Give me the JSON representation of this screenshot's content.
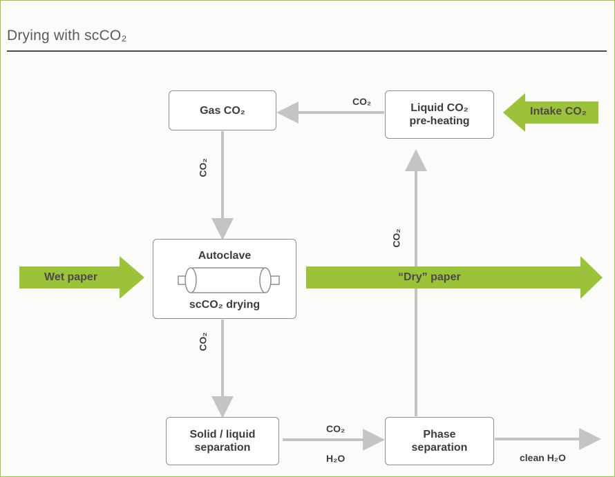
{
  "title": "Drying with scCO₂",
  "nodes": {
    "gas_co2": "Gas CO₂",
    "liquid_co2": [
      "Liquid CO₂",
      "pre-heating"
    ],
    "intake_co2": "Intake CO₂",
    "wet_paper": "Wet paper",
    "autoclave": "Autoclave",
    "autoclave_sub": "scCO₂ drying",
    "dry_paper": "“Dry” paper",
    "solid_liquid": [
      "Solid / liquid",
      "separation"
    ],
    "phase_sep": [
      "Phase",
      "separation"
    ],
    "clean_h2o": "clean H₂O"
  },
  "edge_labels": {
    "liquid_to_gas": "CO₂",
    "gas_to_autoclave": "CO₂",
    "phase_to_liquid": "CO₂",
    "autoclave_to_solid": "CO₂",
    "solid_to_phase_top": "CO₂",
    "solid_to_phase_bottom": "H₂O"
  },
  "colors": {
    "green_arrow": "#9cc23a",
    "connector": "#c4c4c4",
    "frame": "#9cc23a"
  }
}
